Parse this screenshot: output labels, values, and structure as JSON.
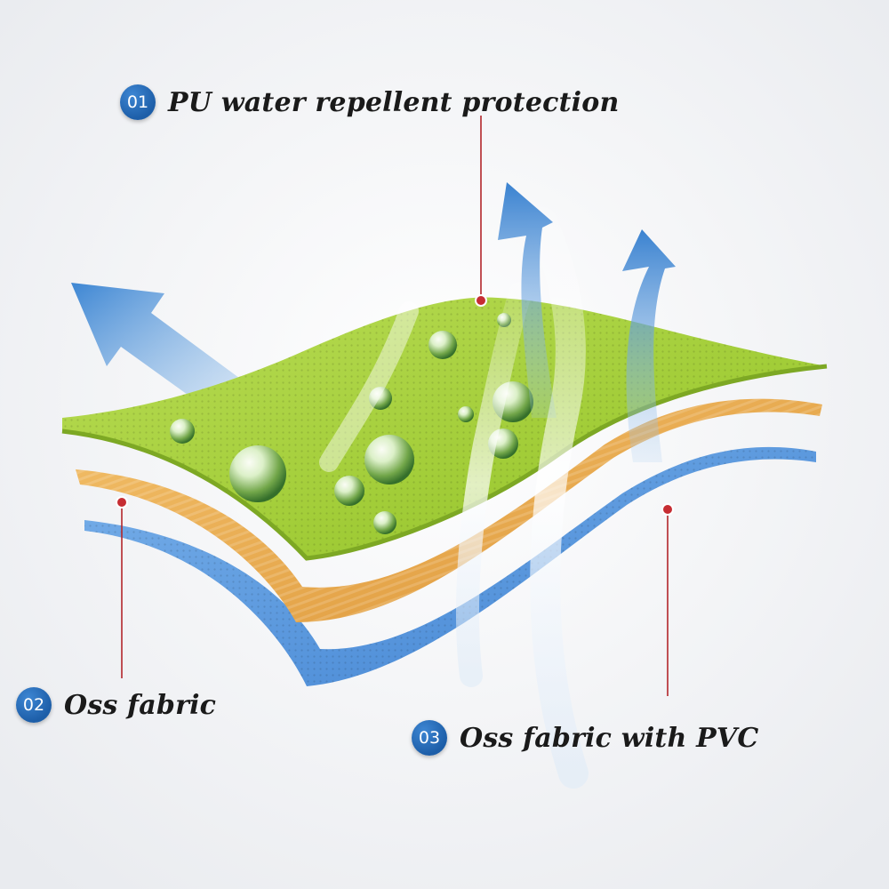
{
  "labels": [
    {
      "number": "01",
      "text": "PU water repellent protection"
    },
    {
      "number": "02",
      "text": "Oss fabric"
    },
    {
      "number": "03",
      "text": "Oss fabric with PVC"
    }
  ],
  "colors": {
    "badge": "#1d5ea8",
    "leader_line": "#b3262b",
    "green_layer": "#a6d13c",
    "orange_layer": "#e9a948",
    "blue_layer": "#5b9be0",
    "arrow": "#4a8fd6"
  }
}
